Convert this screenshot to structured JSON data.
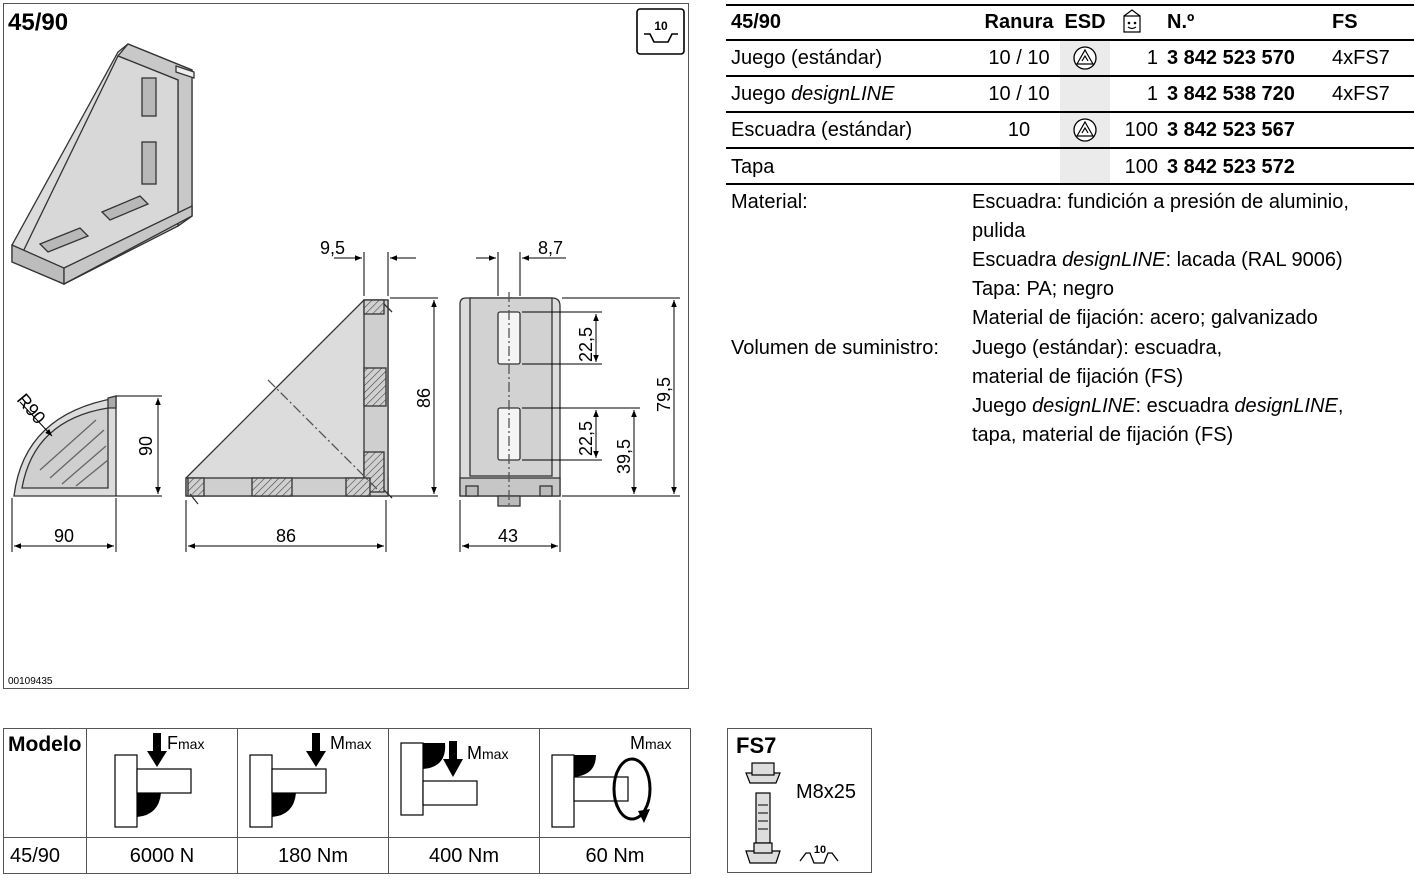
{
  "drawing": {
    "title": "45/90",
    "slot_badge": "10",
    "drawing_id": "00109435",
    "dims": {
      "radius": "R90",
      "side_height": "90",
      "side_width": "90",
      "front_depth": "9,5",
      "front_height": "86",
      "front_width": "86",
      "end_offset": "8,7",
      "slot_len_top": "22,5",
      "slot_len_bottom": "22,5",
      "slot_pos": "39,5",
      "total_height": "79,5",
      "end_width": "43"
    }
  },
  "spec_table": {
    "headers": {
      "model": "45/90",
      "slot": "Ranura",
      "esd": "ESD",
      "qty_icon": "package-icon",
      "number": "N.º",
      "fs": "FS"
    },
    "rows": [
      {
        "name": "Juego (estándar)",
        "name_plain": "",
        "name_italic": "",
        "slot": "10 / 10",
        "esd": true,
        "qty": "1",
        "number": "3 842 523 570",
        "fs": "4xFS7"
      },
      {
        "name": "",
        "name_plain": "Juego ",
        "name_italic": "designLINE",
        "slot": "10 / 10",
        "esd": false,
        "qty": "1",
        "number": "3 842 538 720",
        "fs": "4xFS7"
      },
      {
        "name": "Escuadra (estándar)",
        "name_plain": "",
        "name_italic": "",
        "slot": "10",
        "esd": true,
        "qty": "100",
        "number": "3 842 523 567",
        "fs": ""
      },
      {
        "name": "Tapa",
        "name_plain": "",
        "name_italic": "",
        "slot": "",
        "esd": false,
        "qty": "100",
        "number": "3 842 523 572",
        "fs": ""
      }
    ]
  },
  "properties": {
    "material_label": "Material:",
    "material_lines": {
      "l1": "Escuadra: fundición a presión de aluminio,",
      "l2": "pulida",
      "l3_pre": "Escuadra ",
      "l3_it": "designLINE",
      "l3_post": ": lacada (RAL 9006)",
      "l4": "Tapa: PA; negro",
      "l5": "Material de fijación: acero; galvanizado"
    },
    "supply_label": "Volumen de suministro:",
    "supply_lines": {
      "l1": "Juego (estándar): escuadra,",
      "l2": "material de fijación (FS)",
      "l3_pre": "Juego ",
      "l3_it": "designLINE",
      "l3_mid": ": escuadra ",
      "l3_it2": "designLINE",
      "l3_post": ",",
      "l4": "tapa, material de fijación (FS)"
    }
  },
  "load_table": {
    "header": "Modelo",
    "loads": [
      {
        "symbol": "F",
        "sub": "max",
        "value": "6000 N"
      },
      {
        "symbol": "M",
        "sub": "max",
        "value": "180 Nm"
      },
      {
        "symbol": "M",
        "sub": "max",
        "value": "400 Nm"
      },
      {
        "symbol": "M",
        "sub": "max",
        "value": "60 Nm"
      }
    ],
    "model": "45/90"
  },
  "fastener": {
    "title": "FS7",
    "size": "M8x25",
    "slot_badge": "10"
  }
}
